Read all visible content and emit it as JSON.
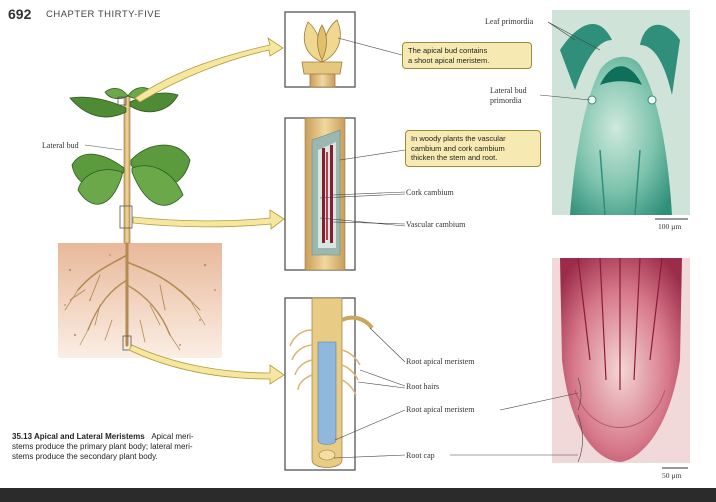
{
  "header": {
    "page_number": "692",
    "chapter": "CHAPTER THIRTY-FIVE"
  },
  "labels": {
    "lateral_bud": "Lateral bud",
    "leaf_primordia": "Leaf primordia",
    "lateral_bud_primordia_1": "Lateral bud",
    "lateral_bud_primordia_2": "primordia",
    "cork_cambium": "Cork cambium",
    "vascular_cambium": "Vascular cambium",
    "root_apical_meristem_top": "Root apical meristem",
    "root_hairs": "Root hairs",
    "root_apical_meristem_bottom": "Root apical meristem",
    "root_cap": "Root cap"
  },
  "callouts": {
    "apical_bud_1": "The apical bud contains",
    "apical_bud_2": "a shoot apical meristem.",
    "woody_1": "In woody plants the vascular",
    "woody_2": "cambium and cork cambium",
    "woody_3": "thicken the stem and root."
  },
  "scale_bars": {
    "shoot": "100 µm",
    "root": "50 µm"
  },
  "caption": {
    "title": "35.13 Apical and Lateral Meristems",
    "line1": "Apical meri-",
    "line2": "stems produce the primary plant body; lateral meri-",
    "line3": "stems produce the secondary plant body."
  }
}
